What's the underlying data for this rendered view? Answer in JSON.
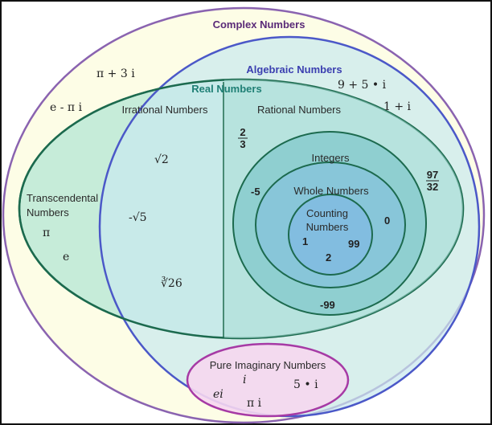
{
  "sets": {
    "complex": "Complex Numbers",
    "algebraic": "Algebraic Numbers",
    "real": "Real Numbers",
    "irrational": "Irrational Numbers",
    "rational": "Rational Numbers",
    "integers": "Integers",
    "whole": "Whole Numbers",
    "counting_line1": "Counting",
    "counting_line2": "Numbers",
    "transcendental_line1": "Transcendental",
    "transcendental_line2": "Numbers",
    "pure_imaginary": "Pure Imaginary Numbers"
  },
  "examples": {
    "complex_pi_3i": "π + 3 i",
    "complex_e_pi_i": "e - π i",
    "alg_9_5i": "9 + 5 • i",
    "alg_1_i": "1 + i",
    "trans_pi": "π",
    "trans_e": "e",
    "irr_sqrt2": "√2",
    "irr_neg_sqrt5": "-√5",
    "irr_cbrt26": "∛26",
    "rat_2_3_num": "2",
    "rat_2_3_den": "3",
    "rat_97_32_num": "97",
    "rat_97_32_den": "32",
    "int_neg5": "-5",
    "int_neg99": "-99",
    "whole_0": "0",
    "count_1": "1",
    "count_99": "99",
    "count_2": "2",
    "imag_i": "i",
    "imag_5i": "5 • i",
    "imag_ei": "ei",
    "imag_pi_i": "π i"
  },
  "colors": {
    "complex_fill": "#fdfde6",
    "complex_stroke": "#8a63b0",
    "algebraic_fill": "#c9e9ee",
    "algebraic_stroke": "#4b58c8",
    "real_fill": "#c6ecd9",
    "real_stroke": "#1c6a4e",
    "rational_fill": "#a9dcd6",
    "integers_fill": "#8fcfd0",
    "whole_fill": "#88c6d9",
    "counting_fill": "#82bde0",
    "imaginary_fill": "#f6d7f0",
    "imaginary_stroke": "#a63aa5"
  }
}
